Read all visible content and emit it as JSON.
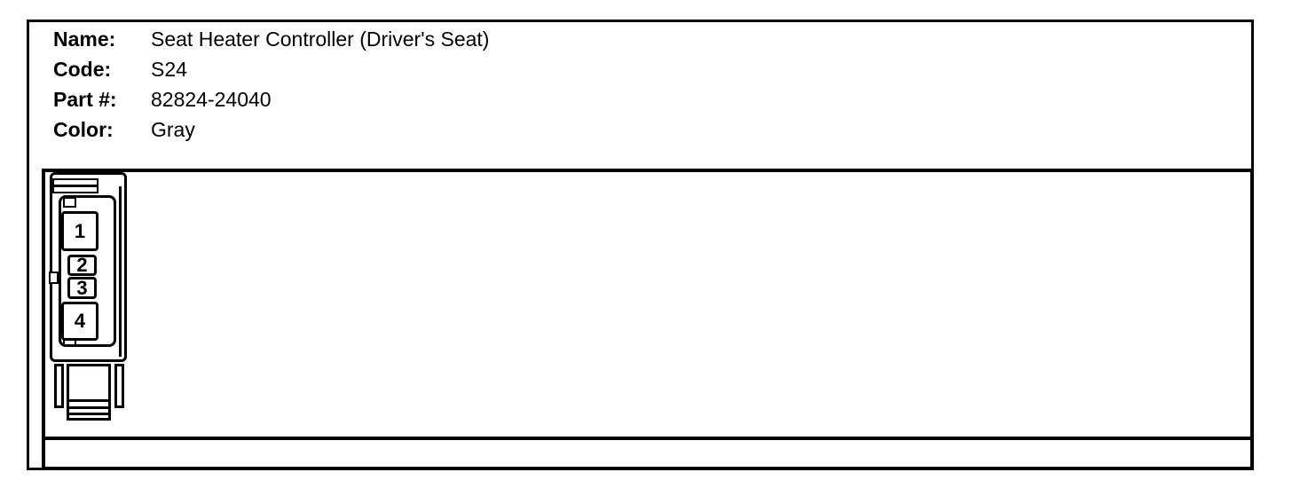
{
  "header": {
    "fields": [
      {
        "label": "Name:",
        "value": "Seat Heater Controller (Driver's Seat)"
      },
      {
        "label": "Code:",
        "value": "S24"
      },
      {
        "label": "Part #:",
        "value": "82824-24040"
      },
      {
        "label": "Color:",
        "value": "Gray"
      }
    ]
  },
  "connector": {
    "pin_count": 4,
    "pins": [
      "1",
      "2",
      "3",
      "4"
    ]
  },
  "colors": {
    "line": "#000000",
    "background": "#ffffff"
  }
}
